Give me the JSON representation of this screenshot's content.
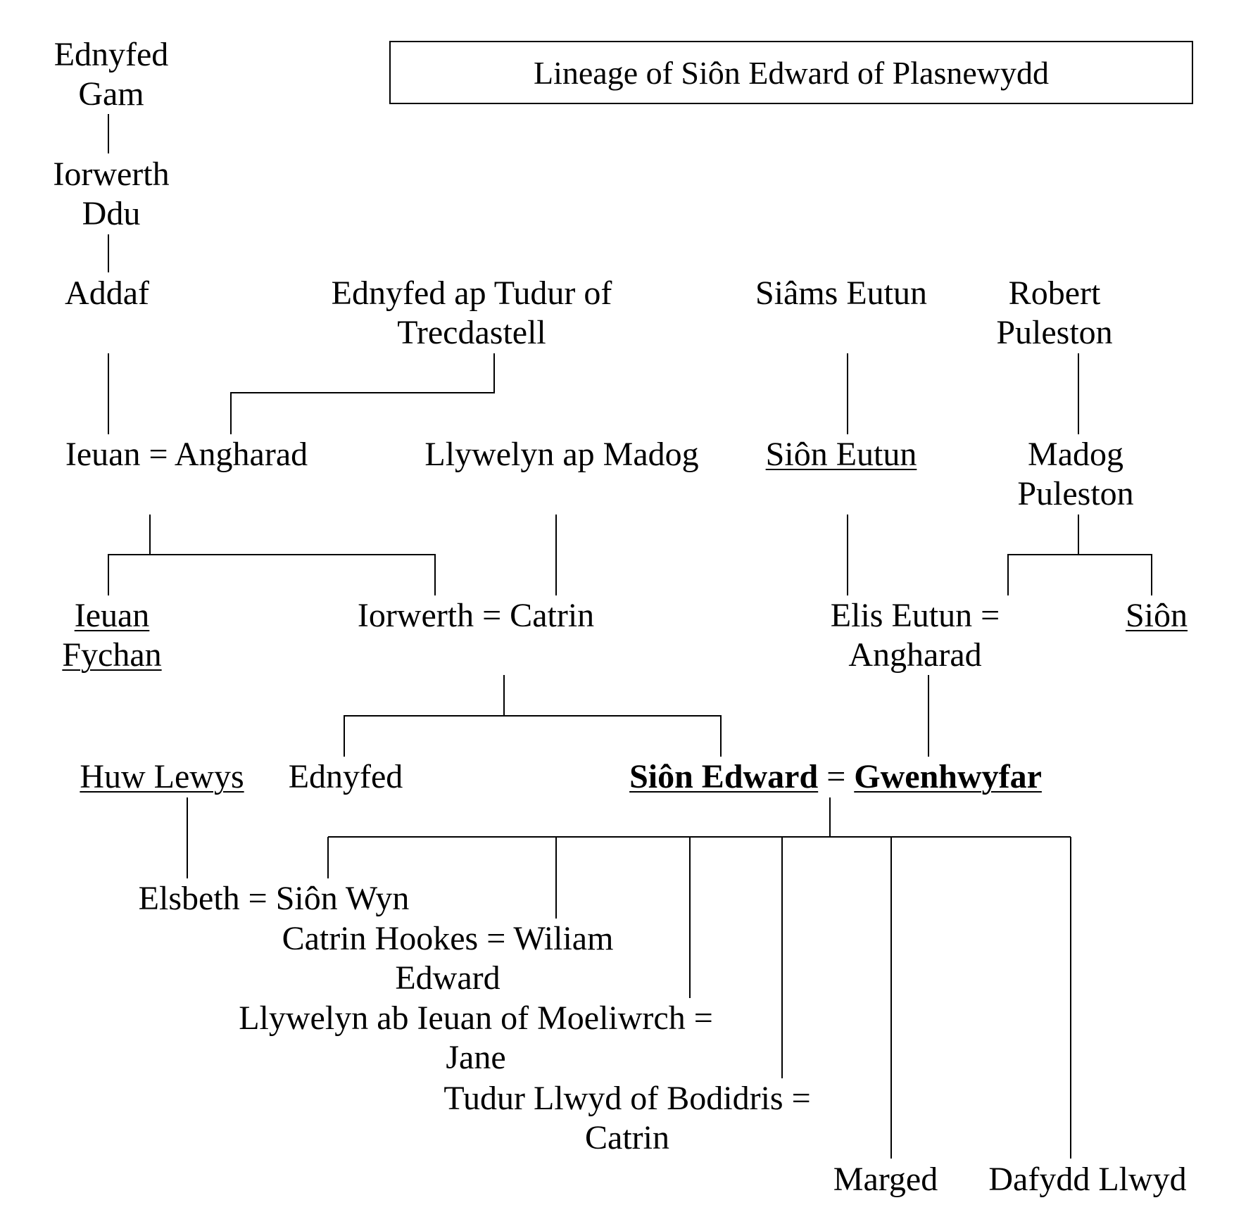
{
  "title": "Lineage of Siôn Edward of Plasnewydd",
  "eq": "=",
  "people": {
    "ednyfed_gam": [
      "Ednyfed",
      "Gam"
    ],
    "iorwerth_ddu": [
      "Iorwerth",
      "Ddu"
    ],
    "addaf": "Addaf",
    "ednyfed_ap_tudur": [
      "Ednyfed ap Tudur of",
      "Trecdastell"
    ],
    "siams_eutun": "Siâms Eutun",
    "robert_puleston": [
      "Robert",
      "Puleston"
    ],
    "ieuan": "Ieuan",
    "angharad": "Angharad",
    "llywelyn_ap_madog": "Llywelyn ap Madog",
    "sion_eutun": "Siôn Eutun",
    "madog_puleston": [
      "Madog",
      "Puleston"
    ],
    "ieuan_fychan": [
      "Ieuan",
      "Fychan"
    ],
    "iorwerth": "Iorwerth",
    "catrin": "Catrin",
    "elis_eutun_angharad": [
      "Elis Eutun =",
      "Angharad"
    ],
    "sion": "Siôn",
    "huw_lewys": "Huw Lewys",
    "ednyfed": "Ednyfed",
    "sion_edward": "Siôn Edward",
    "gwenhwyfar": "Gwenhwyfar",
    "elsbeth": "Elsbeth",
    "sion_wyn": "Siôn Wyn",
    "catrin_hookes_wiliam_edward": [
      "Catrin Hookes = Wiliam",
      "Edward"
    ],
    "llywelyn_ab_ieuan_jane": [
      "Llywelyn ab Ieuan of Moeliwrch =",
      "Jane"
    ],
    "tudur_llwyd_catrin": [
      "Tudur Llwyd of Bodidris =",
      "Catrin"
    ],
    "marged": "Marged",
    "dafydd_llwyd": "Dafydd Llwyd"
  }
}
